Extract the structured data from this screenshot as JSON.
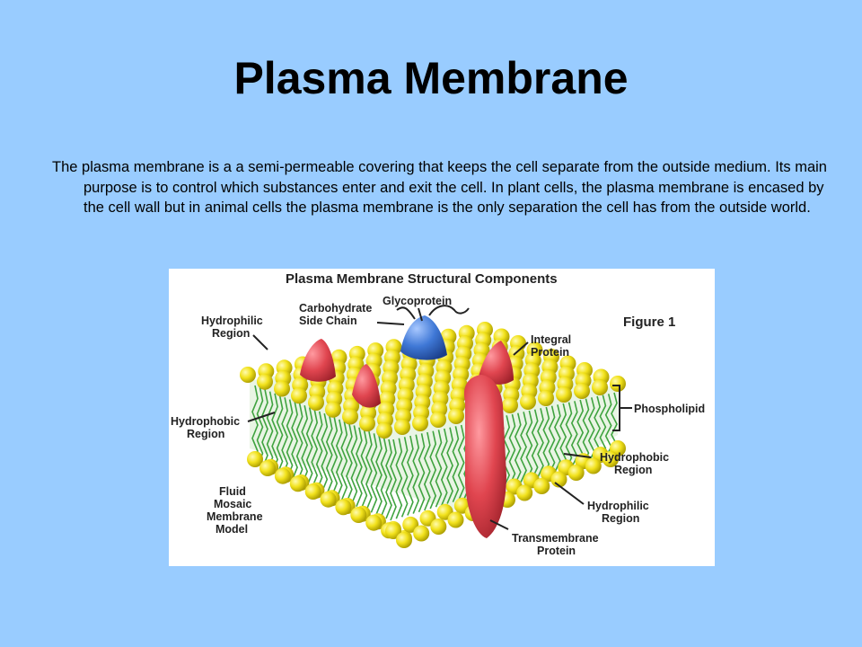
{
  "slide": {
    "title": "Plasma Membrane",
    "body": "The plasma membrane is a a semi-permeable covering that keeps the cell separate from the outside medium. Its main purpose is to control which substances enter and exit the cell. In plant cells, the plasma membrane is encased by the cell wall but in animal cells the plasma membrane is the only separation the cell has from the outside world."
  },
  "figure": {
    "title": "Plasma Membrane Structural Components",
    "figure_label": "Figure 1",
    "labels": {
      "glycoprotein": "Glycoprotein",
      "carbohydrate_1": "Carbohydrate",
      "carbohydrate_2": "Side Chain",
      "hydrophilic_left_1": "Hydrophilic",
      "hydrophilic_left_2": "Region",
      "integral_1": "Integral",
      "integral_2": "Protein",
      "phospholipid": "Phospholipid",
      "hydrophobic_left_1": "Hydrophobic",
      "hydrophobic_left_2": "Region",
      "hydrophobic_right_1": "Hydrophobic",
      "hydrophobic_right_2": "Region",
      "fluid_1": "Fluid",
      "fluid_2": "Mosaic",
      "fluid_3": "Membrane",
      "fluid_4": "Model",
      "hydrophilic_right_1": "Hydrophilic",
      "hydrophilic_right_2": "Region",
      "transmembrane_1": "Transmembrane",
      "transmembrane_2": "Protein"
    },
    "colors": {
      "head": "#f2e21c",
      "head_shade": "#b8a800",
      "tail": "#3fa33f",
      "protein_red": "#e0454f",
      "protein_blue": "#3f78d6"
    }
  }
}
